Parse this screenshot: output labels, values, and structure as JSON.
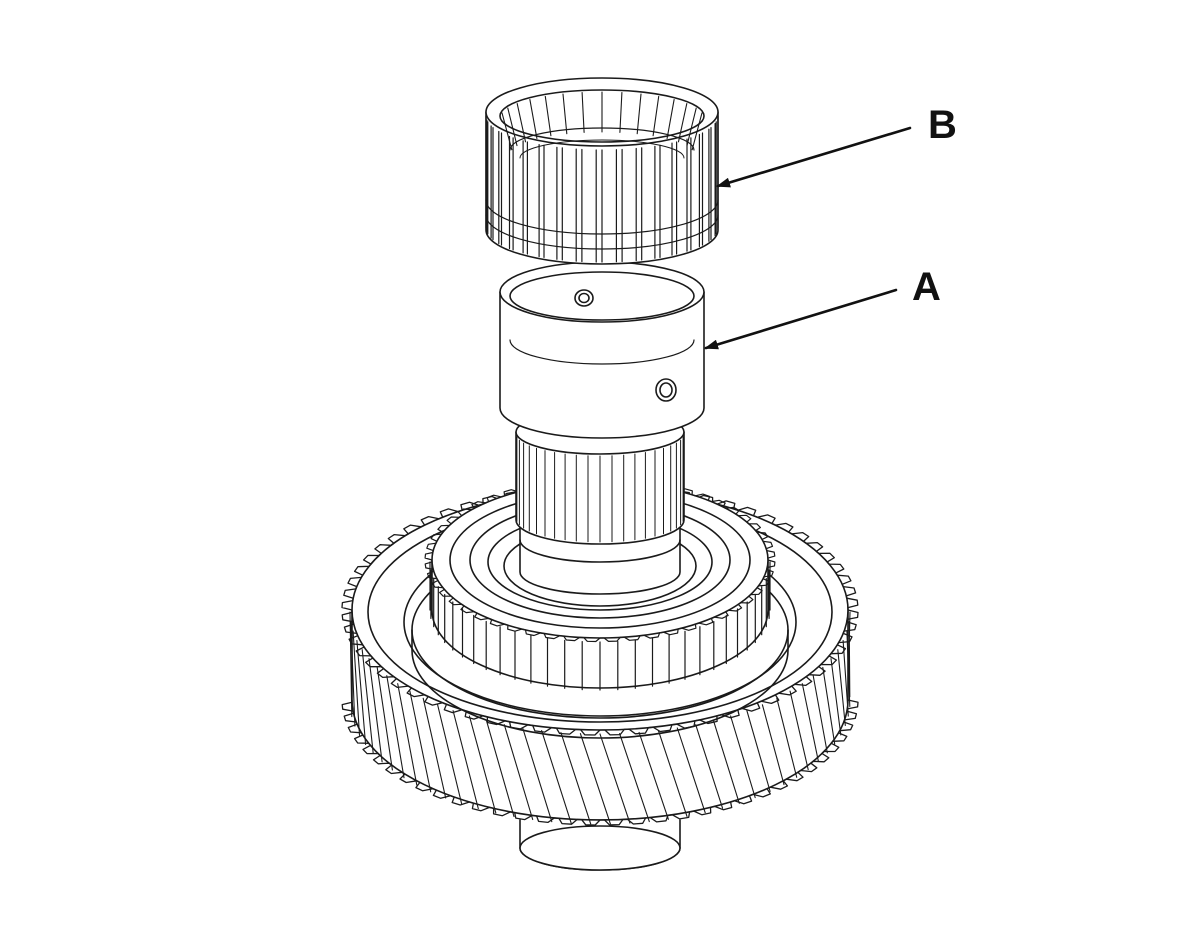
{
  "diagram": {
    "callouts": [
      {
        "id": "B",
        "label": "B",
        "target": "needle-bearing"
      },
      {
        "id": "A",
        "label": "A",
        "target": "collar"
      }
    ],
    "colors": {
      "line": "#1a1a1a",
      "fill": "#ffffff",
      "background": "#ffffff"
    }
  }
}
